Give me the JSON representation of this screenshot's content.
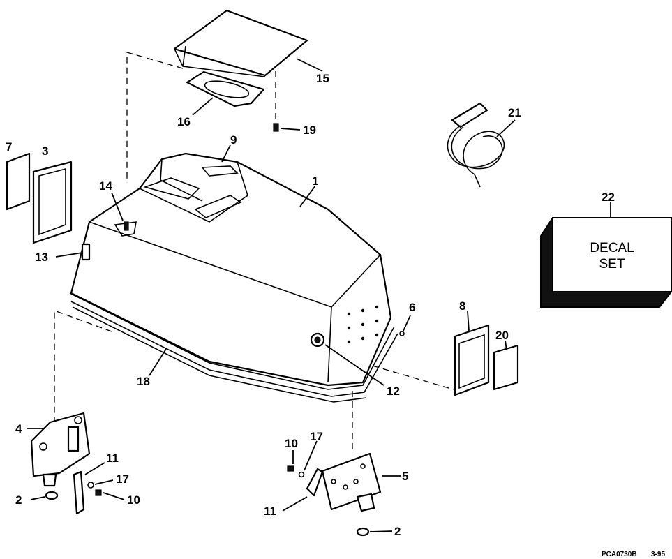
{
  "callouts": {
    "c1": "1",
    "c2a": "2",
    "c2b": "2",
    "c3": "3",
    "c4": "4",
    "c5": "5",
    "c6": "6",
    "c7": "7",
    "c8": "8",
    "c9": "9",
    "c10a": "10",
    "c10b": "10",
    "c11a": "11",
    "c11b": "11",
    "c12": "12",
    "c13": "13",
    "c14": "14",
    "c15": "15",
    "c16": "16",
    "c17a": "17",
    "c17b": "17",
    "c18": "18",
    "c19": "19",
    "c20": "20",
    "c21": "21",
    "c22": "22"
  },
  "decal_box": {
    "line1": "DECAL",
    "line2": "SET"
  },
  "drawing_code": "PCA0730B",
  "drawing_date": "3-95"
}
